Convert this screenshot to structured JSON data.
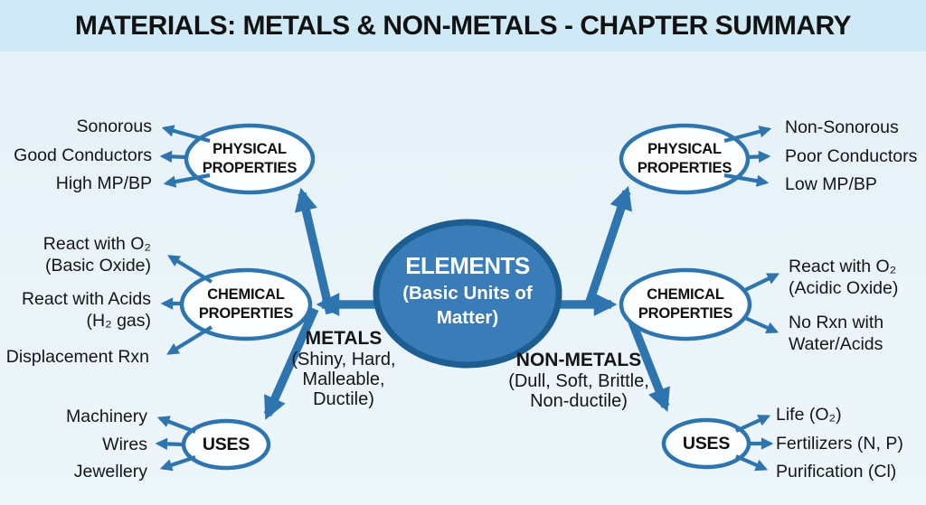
{
  "header": {
    "title": "MATERIALS: METALS & NON-METALS - CHAPTER SUMMARY"
  },
  "center_node": {
    "title": "ELEMENTS",
    "subtitle_line1": "(Basic Units of",
    "subtitle_line2": "Matter)"
  },
  "metals": {
    "name": "METALS",
    "traits": [
      "(Shiny, Hard,",
      "Malleable,",
      "Ductile)"
    ],
    "physical": {
      "label": [
        "PHYSICAL",
        "PROPERTIES"
      ],
      "items": [
        "Sonorous",
        "Good Conductors",
        "High MP/BP"
      ]
    },
    "chemical": {
      "label": [
        "CHEMICAL",
        "PROPERTIES"
      ],
      "items": [
        [
          "React with O₂",
          "(Basic Oxide)"
        ],
        [
          "React with Acids",
          "(H₂ gas)"
        ],
        [
          "Displacement Rxn"
        ]
      ]
    },
    "uses": {
      "label": "USES",
      "items": [
        "Machinery",
        "Wires",
        "Jewellery"
      ]
    }
  },
  "non_metals": {
    "name": "NON-METALS",
    "traits": [
      "(Dull, Soft, Brittle,",
      "Non-ductile)"
    ],
    "physical": {
      "label": [
        "PHYSICAL",
        "PROPERTIES"
      ],
      "items": [
        "Non-Sonorous",
        "Poor Conductors",
        "Low MP/BP"
      ]
    },
    "chemical": {
      "label": [
        "CHEMICAL",
        "PROPERTIES"
      ],
      "items": [
        [
          "React with O₂",
          "(Acidic Oxide)"
        ],
        [
          "No Rxn with",
          "Water/Acids"
        ]
      ]
    },
    "uses": {
      "label": "USES",
      "items": [
        "Life (O₂)",
        "Fertilizers (N, P)",
        "Purification (Cl)"
      ]
    }
  },
  "colors": {
    "accent_blue": "#2e75af",
    "center_fill": "#3a7cb7",
    "center_border": "#1d5d92",
    "oval_fill": "#fdfeff",
    "header_bg": "#cfe9f6",
    "canvas_bg": "#e9f3f9",
    "text": "#151515",
    "center_text": "#ffffff"
  }
}
